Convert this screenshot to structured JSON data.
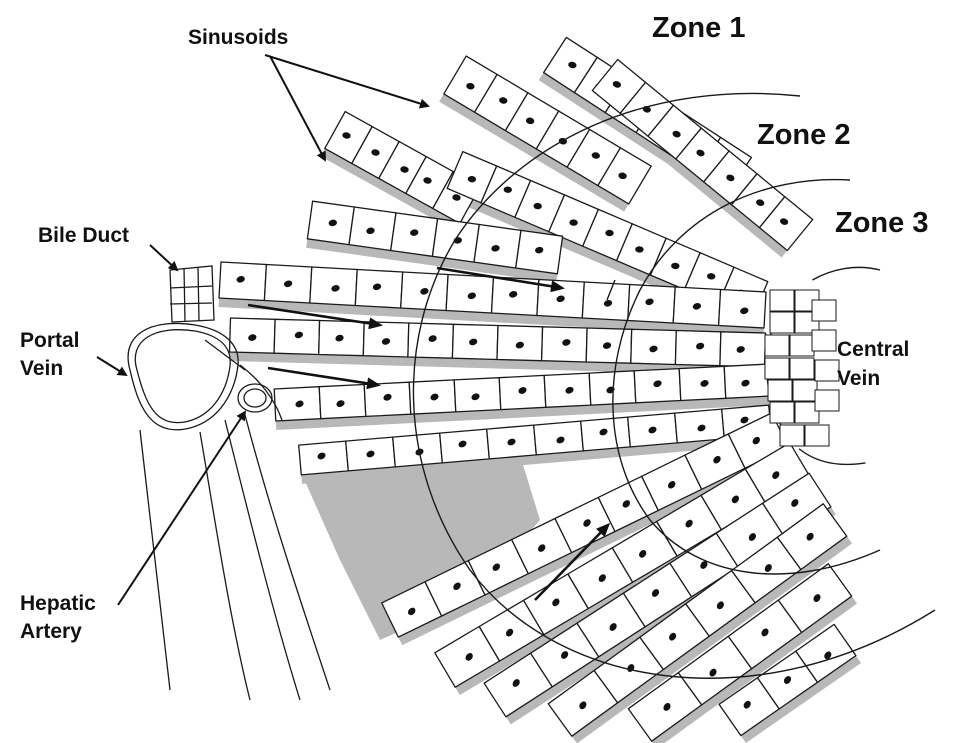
{
  "labels": {
    "sinusoids": "Sinusoids",
    "zone1": "Zone 1",
    "zone2": "Zone 2",
    "zone3": "Zone 3",
    "bile_duct": "Bile Duct",
    "portal_vein_line1": "Portal",
    "portal_vein_line2": "Vein",
    "central_vein_line1": "Central",
    "central_vein_line2": "Vein",
    "hepatic_artery_line1": "Hepatic",
    "hepatic_artery_line2": "Artery"
  },
  "colors": {
    "sinusoid_fill": "#b8b8b8",
    "cell_fill": "#ffffff",
    "line": "#1a1a1a",
    "text": "#111111"
  }
}
